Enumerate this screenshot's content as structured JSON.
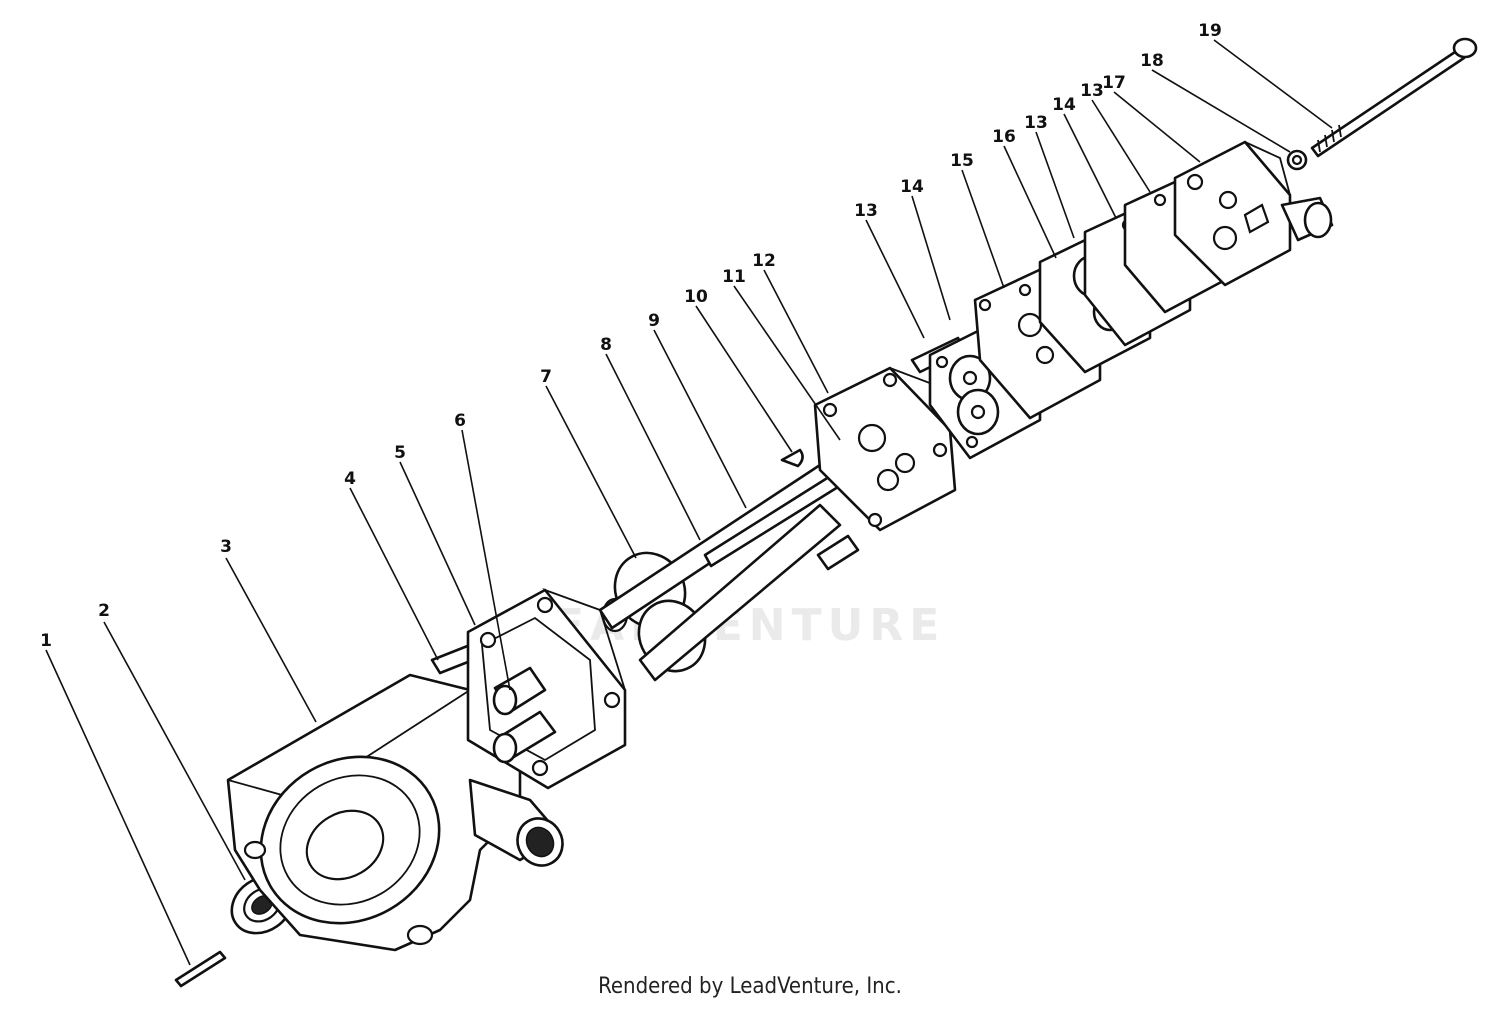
{
  "callouts": [
    {
      "label": "1"
    },
    {
      "label": "2"
    },
    {
      "label": "3"
    },
    {
      "label": "4"
    },
    {
      "label": "5"
    },
    {
      "label": "6"
    },
    {
      "label": "7"
    },
    {
      "label": "8"
    },
    {
      "label": "9"
    },
    {
      "label": "10"
    },
    {
      "label": "11"
    },
    {
      "label": "12"
    },
    {
      "label": "13"
    },
    {
      "label": "14"
    },
    {
      "label": "15"
    },
    {
      "label": "16"
    },
    {
      "label": "13"
    },
    {
      "label": "14"
    },
    {
      "label": "13"
    },
    {
      "label": "17"
    },
    {
      "label": "18"
    },
    {
      "label": "19"
    }
  ],
  "watermark": "LEADVENTURE",
  "credit": "Rendered by LeadVenture, Inc."
}
